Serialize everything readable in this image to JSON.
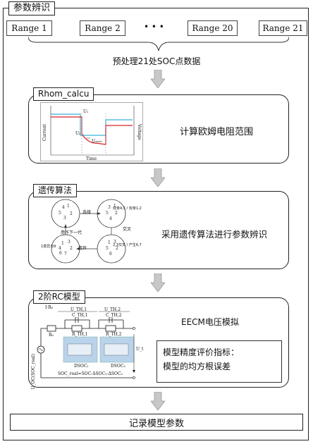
{
  "title": "参数辨识",
  "ranges": [
    "Range 1",
    "Range 2",
    "Range 20",
    "Range 21"
  ],
  "ellipsis": "• • •",
  "preprocess_label": "预处理21处SOC点数据",
  "stage1": {
    "tab": "Rhom_calcu",
    "description": "计算欧姆电阻范围",
    "plot": {
      "xlabel": "Time",
      "ylabel_left": "Current",
      "ylabel_right": "Voltage",
      "u1": "U₁",
      "u2": "U₂",
      "ustart": "Uₛₜₐᵣₜ"
    }
  },
  "stage2": {
    "tab": "遗传算法",
    "description": "采用遗传算法进行参数辨识",
    "labels": {
      "select": "选择",
      "cross": "交叉",
      "mutate": "变异",
      "next_gen": "用作下一代",
      "parents": "双亲4,5 / 双亲1,2",
      "offspring": "2,3交叉 / 产生6,7",
      "mutate_note": "1变异为9"
    }
  },
  "stage3": {
    "tab": "2阶RC模型",
    "description": "EECM电压模拟",
    "eval_title": "模型精度评价指标：",
    "eval_metric": "模型的均方根误差",
    "circuit": {
      "r0": "R₀",
      "cth1": "C_TH,1",
      "rth1": "R_TH,1",
      "cth2": "C_TH,2",
      "rth2": "R_TH,2",
      "uth1": "U_TH,1",
      "uth2": "U_TH,2",
      "ocv": "U_OC(SOC_real)",
      "ut": "U_t",
      "dsoc1": "DSOC₁",
      "dsoc2": "DSOC₂",
      "soc_eq": "SOC_real=SOC-ΔSOC₁-ΔSOC₂",
      "iro": "I·R₀"
    }
  },
  "final_label": "记录模型参数",
  "colors": {
    "arrow": "#c8c8c8",
    "red": "#d8232a",
    "cyan": "#36b4d6",
    "blue_block": "#b9d3ea"
  }
}
